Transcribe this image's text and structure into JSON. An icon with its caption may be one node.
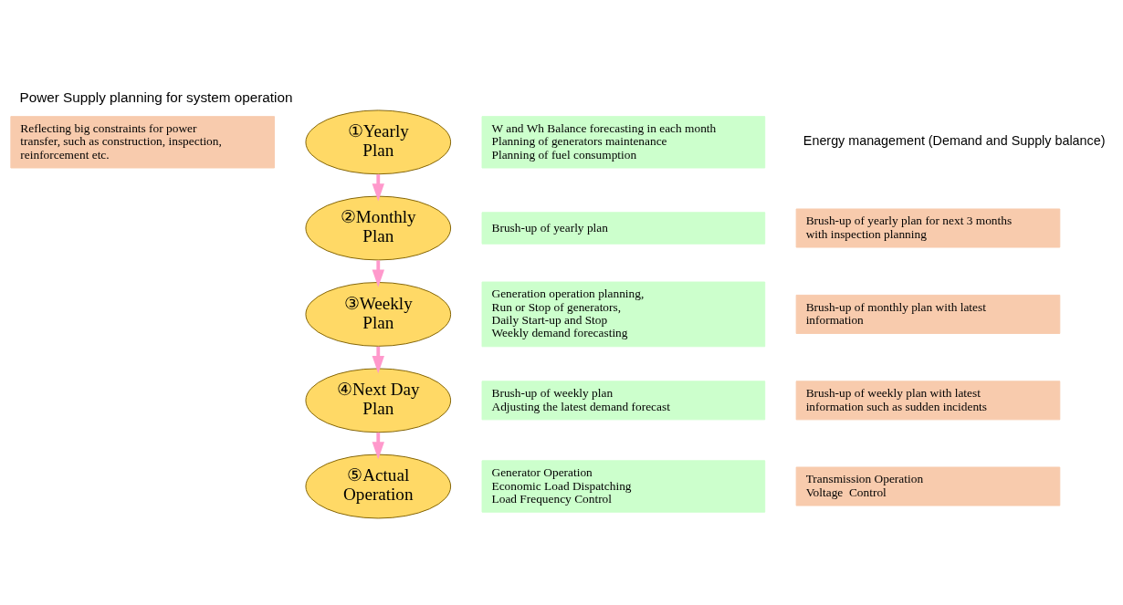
{
  "diagram": {
    "title": "Power Supply planning for system operation",
    "nodes": [
      {
        "text": [
          "Reflecting big constraints for power transfer, such as construction, inspection, reinforcement etc."
        ]
      },
      {
        "text": [
          "①Yearly Plan"
        ]
      },
      {
        "text": [
          "W and Wh Balance forecasting in each month",
          "Planning of generators maintenance",
          "Planning of fuel consumption"
        ]
      },
      {
        "text": [
          "Brush-up of yearly plan for next 3 months with inspection planning"
        ]
      },
      {
        "text": [
          "②Monthly Plan"
        ]
      },
      {
        "text": [
          "Brush-up of yearly plan"
        ]
      },
      {
        "text": [
          "Brush-up of monthly plan with latest information"
        ]
      },
      {
        "text": [
          "③Weekly Plan"
        ]
      },
      {
        "text": [
          "Generation operation planning,",
          "Run or Stop of generators,",
          "Daily Start-up and Stop",
          "Weekly demand forecasting"
        ]
      },
      {
        "text": [
          "Brush-up of weekly plan with latest information such as sudden incidents"
        ]
      },
      {
        "text": [
          "④Next Day Plan"
        ]
      },
      {
        "text": [
          "Brush-up of weekly plan",
          "Adjusting the latest demand forecast"
        ]
      },
      {
        "text": [
          "Transmission Operation",
          "Voltage  Control"
        ]
      },
      {
        "text": [
          "⑤Actual Operation"
        ]
      },
      {
        "text": [
          "Generator Operation",
          "Economic Load Dispatching",
          "Load Frequency Control"
        ]
      }
    ],
    "edges": [
      {
        "from": 1,
        "to": 4,
        "arrow": "to"
      },
      {
        "from": 4,
        "to": 7,
        "arrow": "to"
      },
      {
        "from": 7,
        "to": 10,
        "arrow": "to"
      },
      {
        "from": 10,
        "to": 13,
        "arrow": "to"
      }
    ],
    "labels": [
      "Energy management (Demand and Supply balance)"
    ]
  }
}
